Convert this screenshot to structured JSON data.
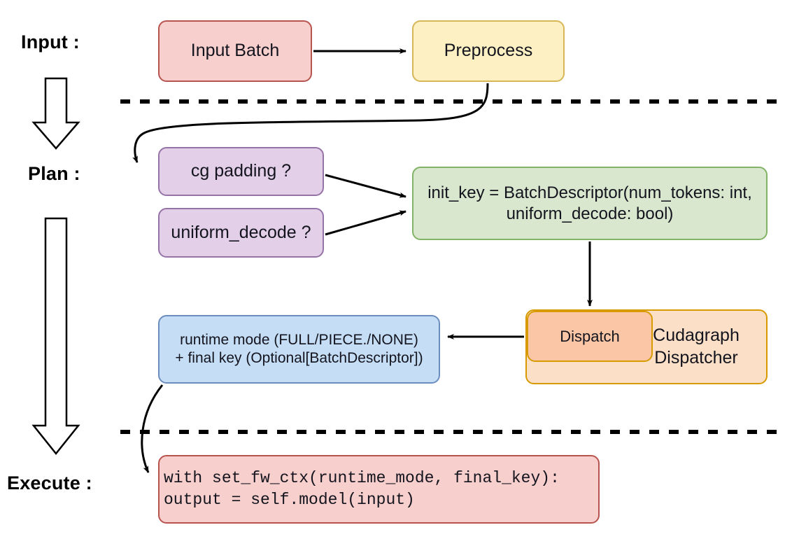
{
  "diagram": {
    "title": "vLLM cudagraph dispatch pipeline",
    "type": "flowchart",
    "stages": [
      {
        "id": "input",
        "label": "Input :"
      },
      {
        "id": "plan",
        "label": "Plan :"
      },
      {
        "id": "execute",
        "label": "Execute :"
      }
    ],
    "nodes": {
      "input_batch": {
        "label": "Input Batch",
        "fill": "#f7cfcc",
        "stroke": "#b85450"
      },
      "preprocess": {
        "label": "Preprocess",
        "fill": "#fdf0c3",
        "stroke": "#d6b656"
      },
      "cg_padding": {
        "label": "cg padding ?",
        "fill": "#e3d0e8",
        "stroke": "#9673a6"
      },
      "uniform_decode": {
        "label": "uniform_decode ?",
        "fill": "#e3d0e8",
        "stroke": "#9673a6"
      },
      "init_key": {
        "label": "init_key = BatchDescriptor(num_tokens: int,\nuniform_decode: bool)",
        "fill": "#d8e7ce",
        "stroke": "#82b366"
      },
      "cudagraph_dispatcher": {
        "label": "Cudagraph\nDispatcher",
        "fill": "#fbdfc6",
        "stroke": "#d79b00"
      },
      "dispatch": {
        "label": "Dispatch",
        "fill": "#fac6a5",
        "stroke": "#d79b00"
      },
      "runtime_mode": {
        "label": "runtime mode (FULL/PIECE./NONE)\n+ final key (Optional[BatchDescriptor])",
        "fill": "#c5ddf5",
        "stroke": "#6c8ebf"
      },
      "exec_code": {
        "label": "with set_fw_ctx(runtime_mode, final_key):\n    output = self.model(input)",
        "fill": "#f7cfcc",
        "stroke": "#b85450"
      }
    },
    "separators": [
      {
        "id": "input-plan-divider",
        "style": "dashed"
      },
      {
        "id": "plan-execute-divider",
        "style": "dashed"
      }
    ],
    "edges": [
      {
        "from": "input_batch",
        "to": "preprocess"
      },
      {
        "from": "preprocess",
        "to": "cg_padding"
      },
      {
        "from": "cg_padding",
        "to": "init_key"
      },
      {
        "from": "uniform_decode",
        "to": "init_key"
      },
      {
        "from": "init_key",
        "to": "dispatch"
      },
      {
        "from": "dispatch",
        "to": "runtime_mode"
      },
      {
        "from": "runtime_mode",
        "to": "exec_code"
      }
    ],
    "flow_arrows": [
      {
        "id": "input-to-plan-arrow"
      },
      {
        "id": "plan-to-execute-arrow"
      }
    ]
  }
}
